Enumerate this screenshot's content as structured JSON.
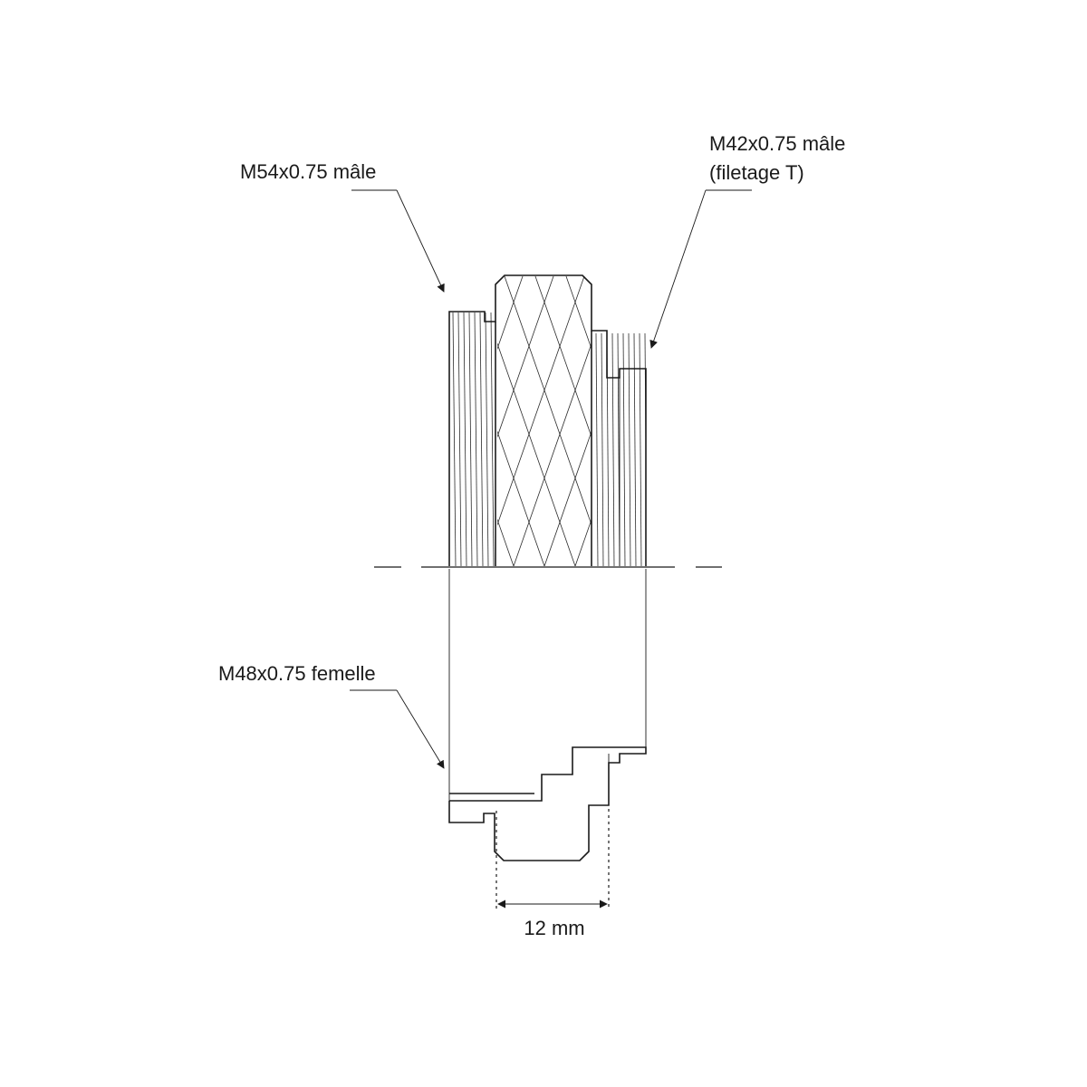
{
  "labels": {
    "m54": "M54x0.75 mâle",
    "m42_line1": "M42x0.75 mâle",
    "m42_line2": "(filetage T)",
    "m48": "M48x0.75 femelle",
    "dimension": "12 mm"
  },
  "colors": {
    "line": "#1a1a1a",
    "background": "#ffffff"
  }
}
